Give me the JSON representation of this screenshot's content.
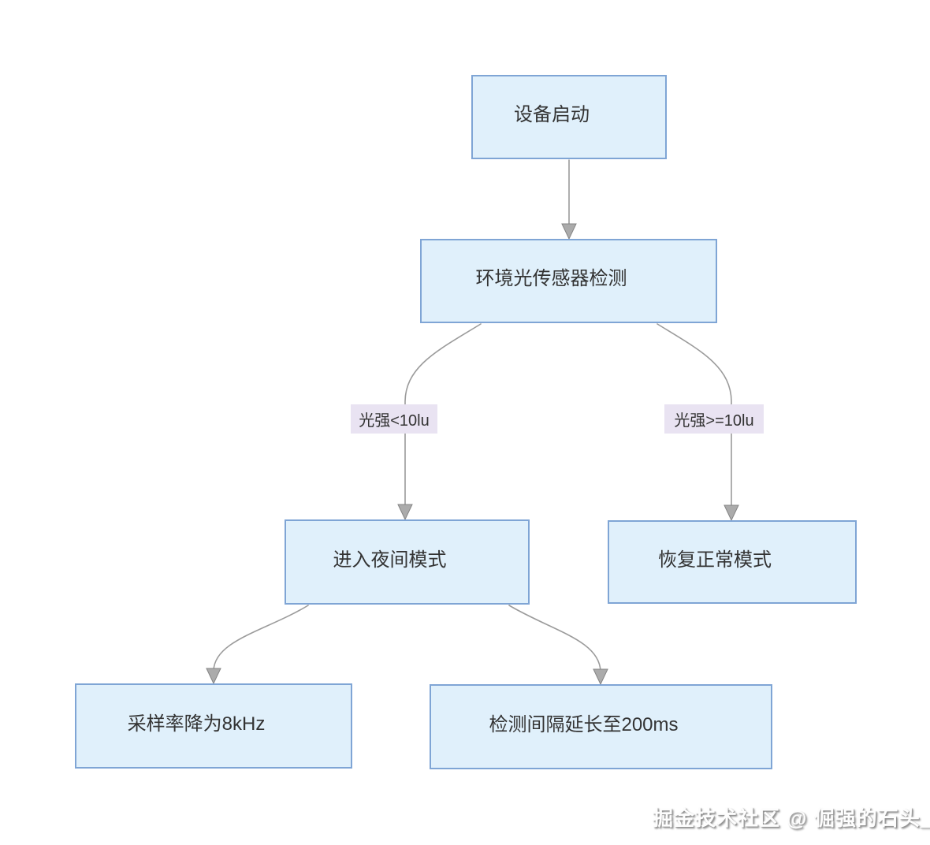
{
  "diagram": {
    "type": "flowchart",
    "direction": "top-down",
    "colors": {
      "background": "#ffffff",
      "node_fill": "#e0f0fb",
      "node_border": "#7fa5d5",
      "node_text": "#333333",
      "edge_line": "#9b9b9b",
      "arrow_fill": "#ababab",
      "edge_label_bg": "#e9e3f2",
      "watermark_text": "#fdfdfd"
    },
    "nodes": [
      {
        "id": "start",
        "label": "设备启动"
      },
      {
        "id": "sensor",
        "label": "环境光传感器检测"
      },
      {
        "id": "night",
        "label": "进入夜间模式"
      },
      {
        "id": "normal",
        "label": "恢复正常模式"
      },
      {
        "id": "sample",
        "label": "采样率降为8kHz"
      },
      {
        "id": "interval",
        "label": "检测间隔延长至200ms"
      }
    ],
    "edges": [
      {
        "from": "start",
        "to": "sensor",
        "label": ""
      },
      {
        "from": "sensor",
        "to": "night",
        "label": "光强<10lu"
      },
      {
        "from": "sensor",
        "to": "normal",
        "label": "光强>=10lu"
      },
      {
        "from": "night",
        "to": "sample",
        "label": ""
      },
      {
        "from": "night",
        "to": "interval",
        "label": ""
      }
    ],
    "watermark": "掘金技术社区 @ 倔强的石头_"
  }
}
